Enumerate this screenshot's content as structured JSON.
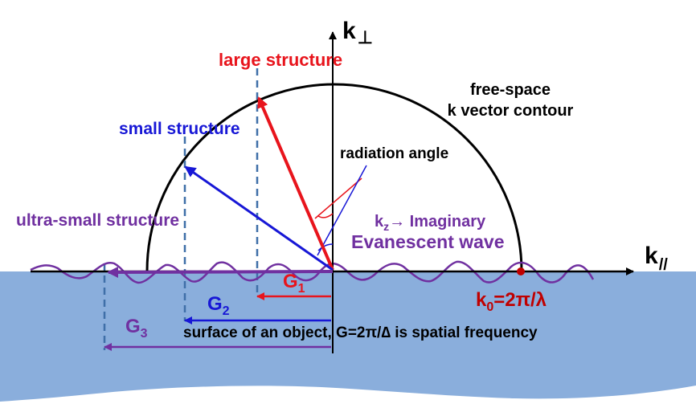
{
  "axes": {
    "y_label": "k",
    "y_label_sub": "⊥",
    "x_label": "k",
    "x_label_sub": "//"
  },
  "contour_label": {
    "line1": "free-space",
    "line2": "k vector contour"
  },
  "structures": {
    "large": "large structure",
    "small": "small structure",
    "ultra_small": "ultra-small structure"
  },
  "radiation_angle": "radiation angle",
  "evanescent": {
    "kz": "k",
    "kz_sub": "z",
    "kz_rest": "→ Imaginary",
    "wave": "Evanescent wave"
  },
  "k0": {
    "text": "k",
    "sub": "0",
    "rest": "=2π/λ"
  },
  "grating_vectors": {
    "g1": {
      "text": "G",
      "sub": "1"
    },
    "g2": {
      "text": "G",
      "sub": "2"
    },
    "g3": {
      "text": "G",
      "sub": "3"
    }
  },
  "surface_caption": "surface of an object, G=2π/∆ is spatial frequency",
  "colors": {
    "red": "#e8141c",
    "blue": "#1717d6",
    "purple": "#7030a0",
    "black": "#000000",
    "surface": "#8aaedc"
  }
}
